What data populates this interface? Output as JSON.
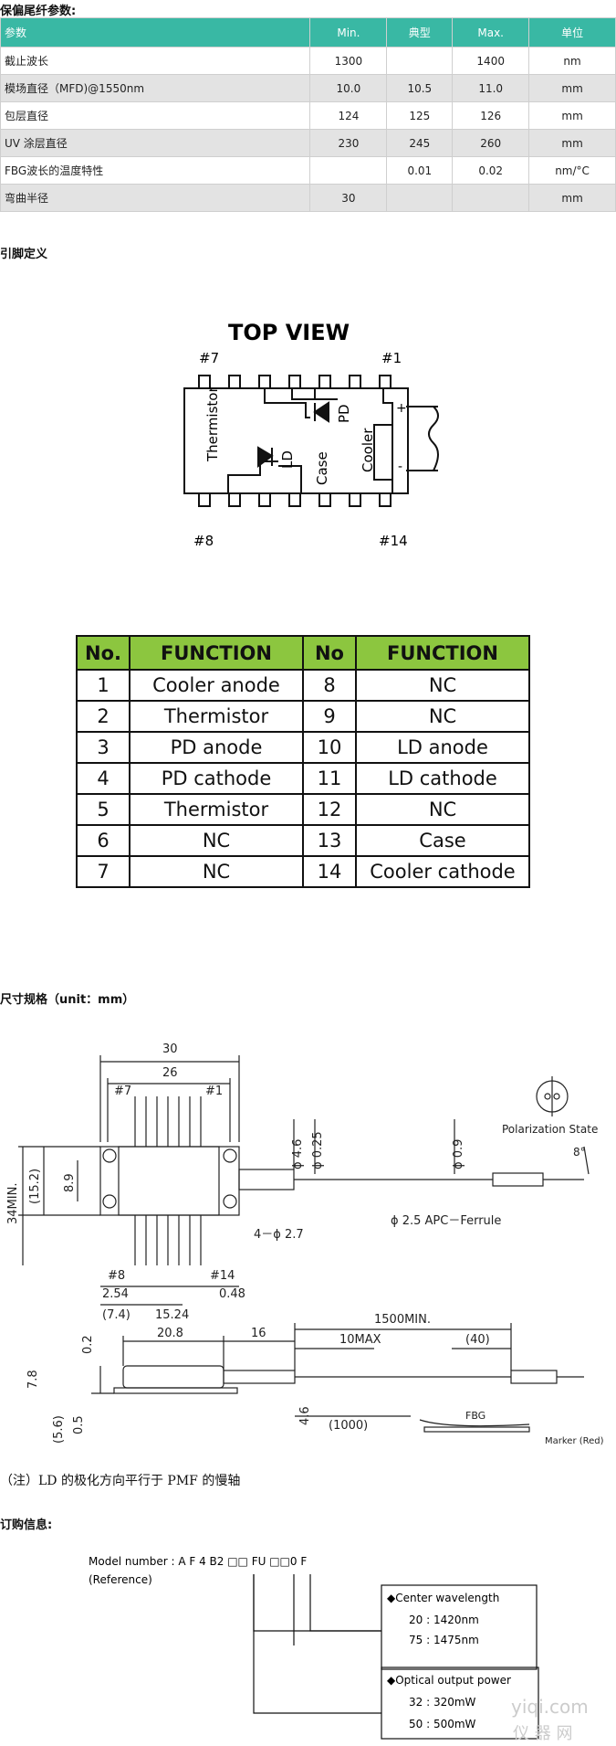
{
  "headings": {
    "fiber_params": "保偏尾纤参数:",
    "pin_def": "引脚定义",
    "dimensions": "尺寸规格（unit：mm）",
    "order": "订购信息:"
  },
  "spec_table": {
    "header": [
      "参数",
      "Min.",
      "典型",
      "Max.",
      "单位"
    ],
    "rows": [
      [
        "截止波长",
        "1300",
        "",
        "1400",
        "nm"
      ],
      [
        "模场直径（MFD)@1550nm",
        "10.0",
        "10.5",
        "11.0",
        "mm"
      ],
      [
        "包层直径",
        "124",
        "125",
        "126",
        "mm"
      ],
      [
        "UV 涂层直径",
        "230",
        "245",
        "260",
        "mm"
      ],
      [
        "FBG波长的温度特性",
        "",
        "0.01",
        "0.02",
        "nm/°C"
      ],
      [
        "弯曲半径",
        "30",
        "",
        "",
        "mm"
      ]
    ]
  },
  "top_view": {
    "title": "TOP VIEW",
    "pin1": "#1",
    "pin7": "#7",
    "pin8": "#8",
    "pin14": "#14",
    "labels": [
      "Thermistor",
      "PD",
      "LD",
      "Case",
      "Cooler"
    ],
    "plus": "+",
    "minus": "-"
  },
  "function_table": {
    "header": [
      "No.",
      "FUNCTION",
      "No",
      "FUNCTION"
    ],
    "rows": [
      [
        "1",
        "Cooler anode",
        "8",
        "NC"
      ],
      [
        "2",
        "Thermistor",
        "9",
        "NC"
      ],
      [
        "3",
        "PD anode",
        "10",
        "LD anode"
      ],
      [
        "4",
        "PD cathode",
        "11",
        "LD cathode"
      ],
      [
        "5",
        "Thermistor",
        "12",
        "NC"
      ],
      [
        "6",
        "NC",
        "13",
        "Case"
      ],
      [
        "7",
        "NC",
        "14",
        "Cooler cathode"
      ]
    ]
  },
  "dimension_drawing": {
    "d30": "30",
    "d26": "26",
    "p7": "#7",
    "p1": "#1",
    "d34": "34MIN.",
    "d152": "(15.2)",
    "d89": "8.9",
    "phi46": "ϕ 4.6",
    "phi025": "ϕ 0.25",
    "phi09": "ϕ 0.9",
    "pol": "Polarization  State",
    "deg": "8°",
    "phi25": "ϕ 2.5  APC－Ferrule",
    "holes": "4－ϕ 2.7",
    "p8": "#8",
    "p14": "#14",
    "d254": "2.54",
    "d048": "0.48",
    "d74": "(7.4)",
    "d1524": "15.24",
    "d1500": "1500MIN.",
    "d208": "20.8",
    "d16": "16",
    "d10": "10MAX",
    "d40": "(40)",
    "d02": "0.2",
    "d78": "7.8",
    "d56": "(5.6)",
    "d05": "0.5",
    "d46": "4.6",
    "d1000": "(1000)",
    "fbg": "FBG",
    "marker": "Marker (Red)"
  },
  "note": "（注）LD 的极化方向平行于 PMF 的慢轴",
  "order_info": {
    "model": "Model number : A F 4 B2 □□  FU  □□0  F",
    "reference": "(Reference)",
    "cw_title": "◆Center wavelength",
    "cw1": "20 :   1420nm",
    "cw2": "75 :   1475nm",
    "op_title": "◆Optical output power",
    "op1": "32 :    320mW",
    "op2": "50 :    500mW"
  },
  "watermark": {
    "line1": "yiqi.com",
    "line2": "仪  器  网"
  },
  "colors": {
    "table_header": "#39b8a4",
    "fn_header": "#8cc63f",
    "row_alt": "#e3e3e3"
  }
}
